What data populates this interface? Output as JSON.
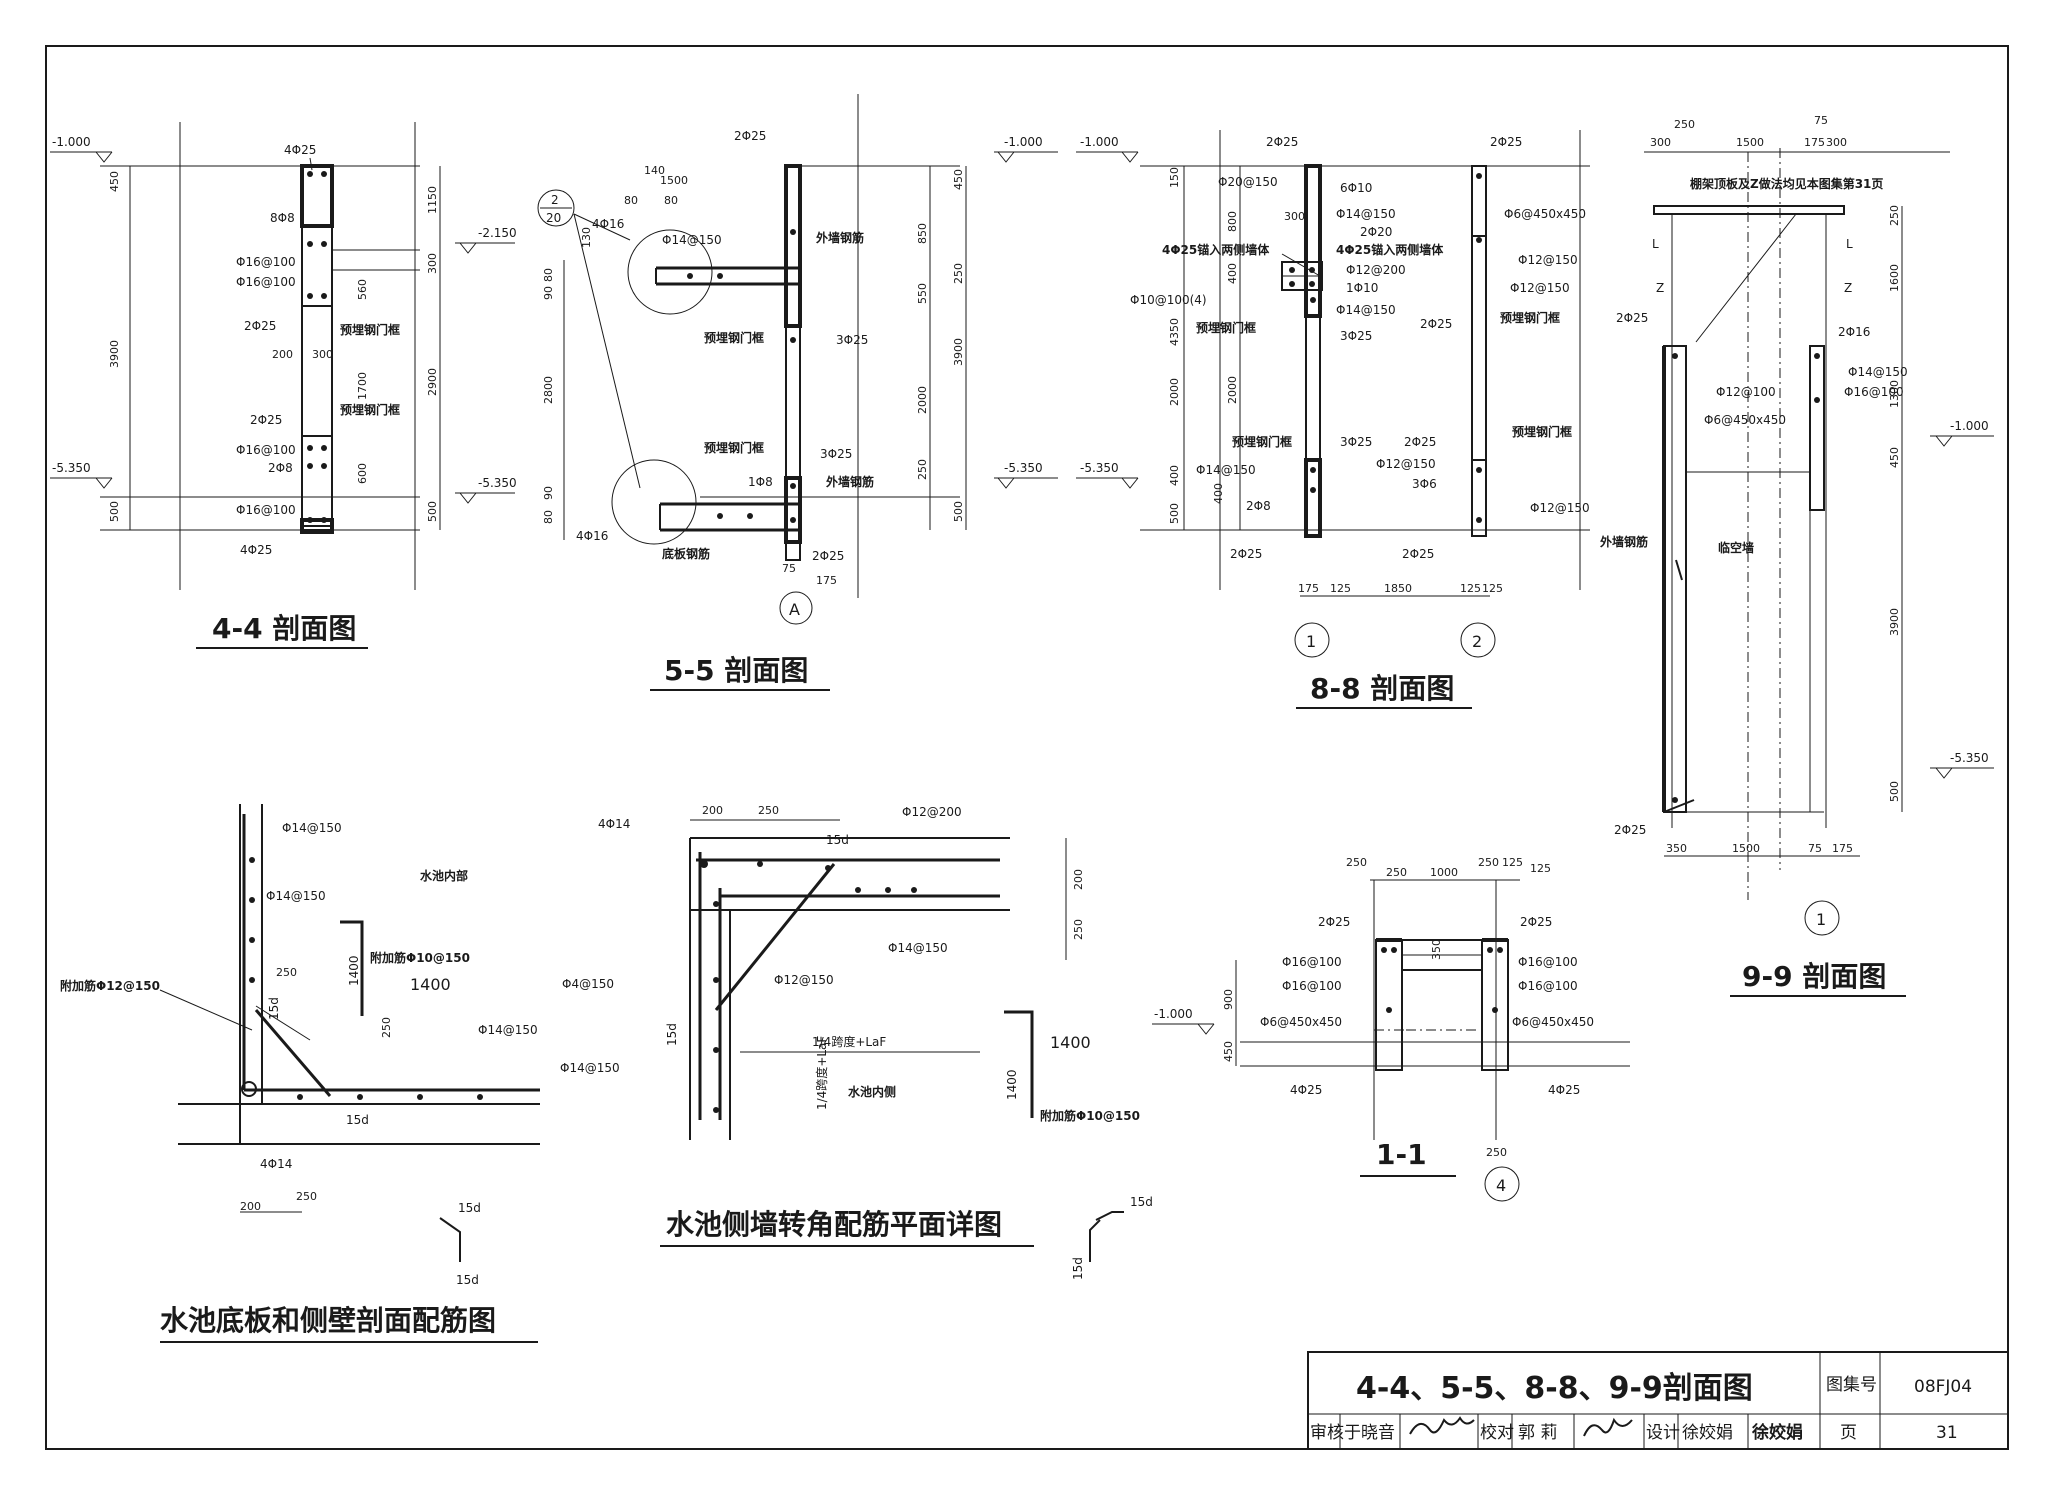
{
  "sections": {
    "s44": {
      "title": "4-4 剖面图",
      "labels": {
        "elev_top": "-1.000",
        "elev_mid": "-2.150",
        "elev_bot": "-5.350",
        "elev_bot2": "-5.350",
        "top_bar": "4Φ25",
        "stirrup": "8Φ8",
        "l1": "Φ16@100",
        "l2": "Φ16@100",
        "l3": "2Φ25",
        "frame1": "预埋钢门框",
        "frame2": "预埋钢门框",
        "l4": "2Φ25",
        "l5": "Φ16@100",
        "l6": "2Φ8",
        "l7": "Φ16@100",
        "bot_bar": "4Φ25"
      },
      "dims": {
        "d450": "450",
        "d3900": "3900",
        "d500": "500",
        "d1150": "1150",
        "d300a": "300",
        "d2900": "2900",
        "d500b": "500",
        "d200": "200",
        "d300b": "300",
        "d1700": "1700",
        "d600": "600",
        "d560": "560"
      }
    },
    "s55": {
      "title": "5-5 剖面图",
      "labels": {
        "circle_top": "2",
        "circle_bot": "20",
        "top_bar": "2Φ25",
        "d1500": "1500",
        "d140": "140",
        "d80a": "80",
        "d80b": "80",
        "l4_16a": "4Φ16",
        "l14": "Φ14@150",
        "wall_bars": "外墙钢筋",
        "frame1": "预埋钢门框",
        "l3_25a": "3Φ25",
        "frame2": "预埋钢门框",
        "l3_25b": "3Φ25",
        "l1_8": "1Φ8",
        "wall_rebar": "外墙钢筋",
        "l4_16b": "4Φ16",
        "slab": "底板钢筋",
        "l2_25": "2Φ25",
        "axis": "A",
        "elev_top": "-1.000",
        "elev_bot": "-5.350"
      },
      "dims": {
        "d130": "130",
        "d80c": "80",
        "d90a": "90",
        "d2800": "2800",
        "d90b": "90",
        "d80d": "80",
        "d850": "850",
        "d550": "550",
        "d2000": "2000",
        "d250a": "250",
        "d450": "450",
        "d250b": "250",
        "d3900": "3900",
        "d500": "500",
        "d75": "75",
        "d175": "175"
      }
    },
    "s88": {
      "title": "8-8 剖面图",
      "labels": {
        "elev": "-5.350",
        "elev_top": "-1.000",
        "top_l": "2Φ25",
        "top_r": "2Φ25",
        "l20": "Φ20@150",
        "l6_10": "6Φ10",
        "l14a": "Φ14@150",
        "l2_20": "2Φ20",
        "l4_25a": "4Φ25锚入两侧墙体",
        "l4_25b": "4Φ25锚入两侧墙体",
        "l12_200": "Φ12@200",
        "l1_10": "1Φ10",
        "l10": "Φ10@100(4)",
        "l14b": "Φ14@150",
        "frame_l": "预埋钢门框",
        "l3_25a": "3Φ25",
        "l2_25m": "2Φ25",
        "frame_l2": "预埋钢门框",
        "l3_25b": "3Φ25",
        "l14c": "Φ14@150",
        "l2_8": "2Φ8",
        "l2_25bl": "2Φ25",
        "l2_25c": "2Φ25",
        "l12a": "Φ12@150",
        "l3_6": "3Φ6",
        "l2_25br": "2Φ25",
        "r6": "Φ6@450x450",
        "r12a": "Φ12@150",
        "r12b": "Φ12@150",
        "frame_r": "预埋钢门框",
        "frame_r2": "预埋钢门框",
        "r12c": "Φ12@150",
        "axis1": "1",
        "axis2": "2"
      },
      "dims": {
        "d150": "150",
        "d800": "800",
        "d300": "300",
        "d400a": "400",
        "d4350": "4350",
        "d2000a": "2000",
        "d2000b": "2000",
        "d400b": "400",
        "d400c": "400",
        "d500": "500",
        "d175": "175",
        "d125a": "125",
        "d1850": "1850",
        "d125b": "125",
        "d125c": "125"
      }
    },
    "s99": {
      "title": "9-9 剖面图",
      "labels": {
        "note": "棚架顶板及Z做法均见本图集第31页",
        "L1": "L",
        "L2": "L",
        "Z1": "Z",
        "Z2": "Z",
        "l2_25t": "2Φ25",
        "l2_16": "2Φ16",
        "l14": "Φ14@150",
        "l12": "Φ12@100",
        "l16": "Φ16@100",
        "l6": "Φ6@450x450",
        "elev1": "-1.000",
        "wall_rebar": "外墙钢筋",
        "void_wall": "临空墙",
        "elev2": "-5.350",
        "l2_25b": "2Φ25",
        "axis": "1"
      },
      "dims": {
        "t250": "250",
        "t75": "75",
        "t300a": "300",
        "t1500": "1500",
        "t175": "175",
        "t300b": "300",
        "r250": "250",
        "r1600": "1600",
        "r1300": "1300",
        "r450": "450",
        "r3900": "3900",
        "r500": "500",
        "b350": "350",
        "b1500": "1500",
        "b75": "75",
        "b175": "175"
      }
    },
    "pool_slab": {
      "title": "水池底板和侧壁剖面配筋图",
      "labels": {
        "l14a": "Φ14@150",
        "inside": "水池内部",
        "l14b": "Φ14@150",
        "add1": "附加筋Φ12@150",
        "add2": "附加筋Φ10@150",
        "d1400h": "1400",
        "d1400v": "1400",
        "d250": "250",
        "d15d_a": "15d",
        "d250b": "250",
        "l14c": "Φ14@150",
        "d15d_b": "15d",
        "l4_14": "4Φ14",
        "d200": "200",
        "d250c": "250",
        "hook_a": "15d",
        "hook_b": "15d"
      }
    },
    "pool_corner": {
      "title": "水池侧墙转角配筋平面详图",
      "labels": {
        "l4_14": "4Φ14",
        "d200a": "200",
        "d250a": "250",
        "l12_200": "Φ12@200",
        "d15d": "15d",
        "d200b": "200",
        "d250b": "250",
        "l14": "Φ14@150",
        "l4_150": "Φ4@150",
        "l12_150": "Φ12@150",
        "d15d_b": "15d",
        "l14b": "Φ14@150",
        "span1": "1/4跨度+LaF",
        "span2": "1/4跨度+LaF",
        "inside": "水池内侧",
        "d1400h": "1400",
        "d1400v": "1400",
        "add": "附加筋Φ10@150",
        "hook_a": "15d",
        "hook_b": "15d"
      }
    },
    "s11": {
      "title": "1-1",
      "labels": {
        "d250a": "250",
        "d250b": "250",
        "d1000": "1000",
        "d250c": "250",
        "d125a": "125",
        "d125b": "125",
        "l2_25a": "2Φ25",
        "l2_25b": "2Φ25",
        "l16a": "Φ16@100",
        "l16b": "Φ16@100",
        "l16c": "Φ16@100",
        "l16d": "Φ16@100",
        "l6a": "Φ6@450x450",
        "l6b": "Φ6@450x450",
        "elev": "-1.000",
        "d900": "900",
        "d450": "450",
        "d350": "350",
        "l4_25a": "4Φ25",
        "l4_25b": "4Φ25",
        "d250d": "250",
        "axis": "4"
      }
    }
  },
  "title_block": {
    "drawing_title": "4-4、5-5、8-8、9-9剖面图",
    "atlas_no_label": "图集号",
    "atlas_no": "08FJ04",
    "review_label": "审核",
    "reviewer": "于晓音",
    "check_label": "校对",
    "checker": "郭 莉",
    "design_label": "设计",
    "designer": "徐姣娟",
    "page_label": "页",
    "page": "31"
  }
}
